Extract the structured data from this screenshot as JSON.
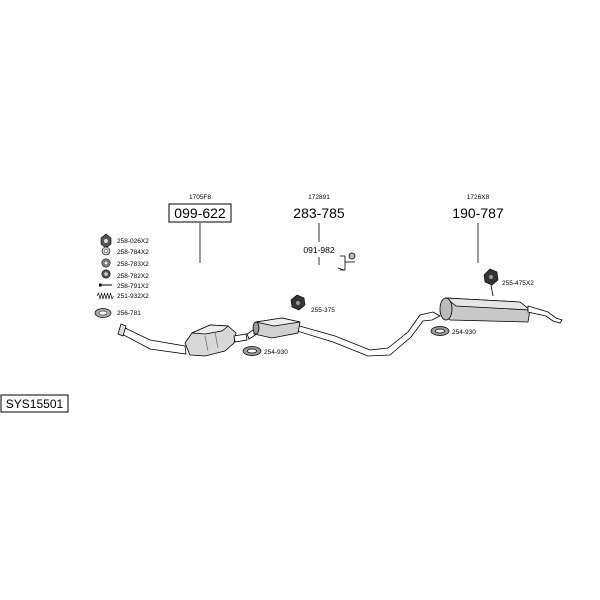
{
  "system_code": "SYS15501",
  "main_parts": [
    {
      "ref": "1705F8",
      "part_no": "099-622",
      "boxed": true
    },
    {
      "ref": "172891",
      "part_no": "283-785",
      "boxed": false
    },
    {
      "ref": "1726X8",
      "part_no": "190-787",
      "boxed": false
    }
  ],
  "hardware_legend": [
    {
      "part_no": "258-026X2",
      "icon": "hex-nut-icon"
    },
    {
      "part_no": "258-784X2",
      "icon": "washer-icon"
    },
    {
      "part_no": "258-783X2",
      "icon": "ring-washer-icon"
    },
    {
      "part_no": "258-782X2",
      "icon": "spring-nut-icon"
    },
    {
      "part_no": "258-791X2",
      "icon": "bolt-icon"
    },
    {
      "part_no": "251-932X2",
      "icon": "spring-icon"
    },
    {
      "part_no": "256-781",
      "icon": "gasket-ring-icon"
    }
  ],
  "callouts": {
    "bracket": "091-982",
    "clamp_front": "254-930",
    "hanger_mid": "255-375",
    "clamp_rear": "254-930",
    "hanger_rear": "255-475X2"
  }
}
